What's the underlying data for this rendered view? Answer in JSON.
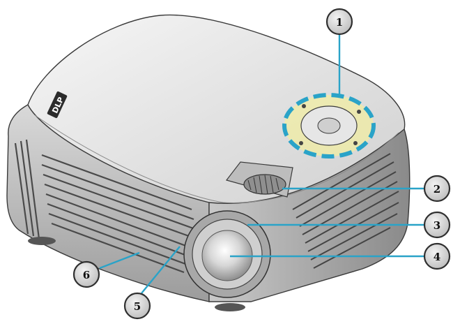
{
  "diagram": {
    "subject": "projector",
    "colors": {
      "leader": "#2aa3c8",
      "body_light": "#e9e9e9",
      "body_mid": "#bdbdbd",
      "body_dark": "#6f6f6f",
      "outline": "#3a3a3a",
      "badge_fill": "#d8d8d8",
      "keypad_ring": "#2aa3c8",
      "keypad_halo": "#f4ef9a"
    },
    "logo_text": "DLP",
    "callouts": [
      {
        "number": "1"
      },
      {
        "number": "2"
      },
      {
        "number": "3"
      },
      {
        "number": "4"
      },
      {
        "number": "5"
      },
      {
        "number": "6"
      }
    ]
  }
}
